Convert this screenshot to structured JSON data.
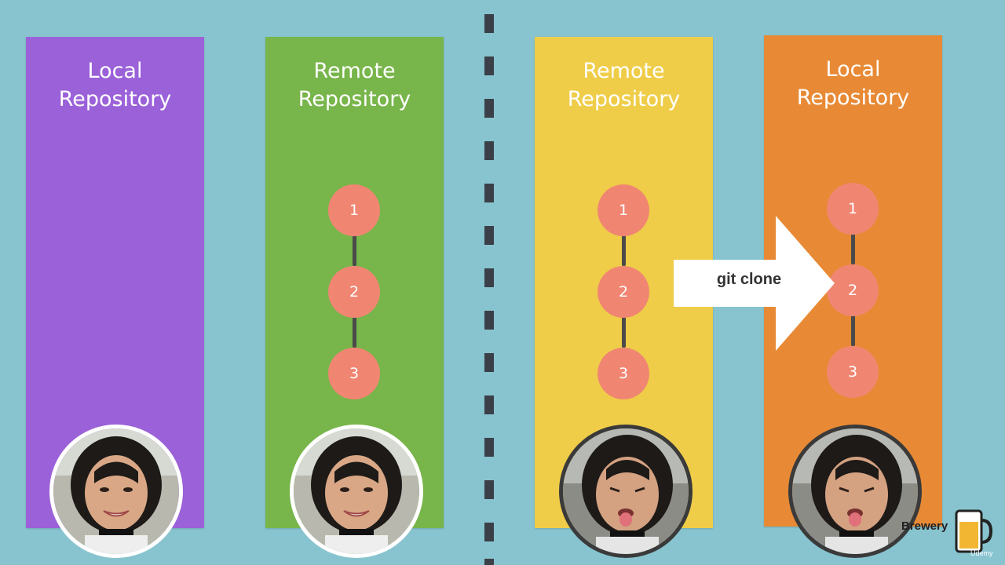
{
  "panels": [
    {
      "title": "Local\nRepository",
      "color": "#9b61d8",
      "nodes": []
    },
    {
      "title": "Remote\nRepository",
      "color": "#78b54a",
      "nodes": [
        "1",
        "2",
        "3"
      ]
    },
    {
      "title": "Remote\nRepository",
      "color": "#efcd48",
      "nodes": [
        "1",
        "2",
        "3"
      ]
    },
    {
      "title": "Local\nRepository",
      "color": "#e88a35",
      "nodes": [
        "1",
        "2",
        "3"
      ]
    }
  ],
  "arrow": {
    "label": "git clone"
  },
  "watermark": {
    "text": "Brewery",
    "small": "Udemy"
  }
}
